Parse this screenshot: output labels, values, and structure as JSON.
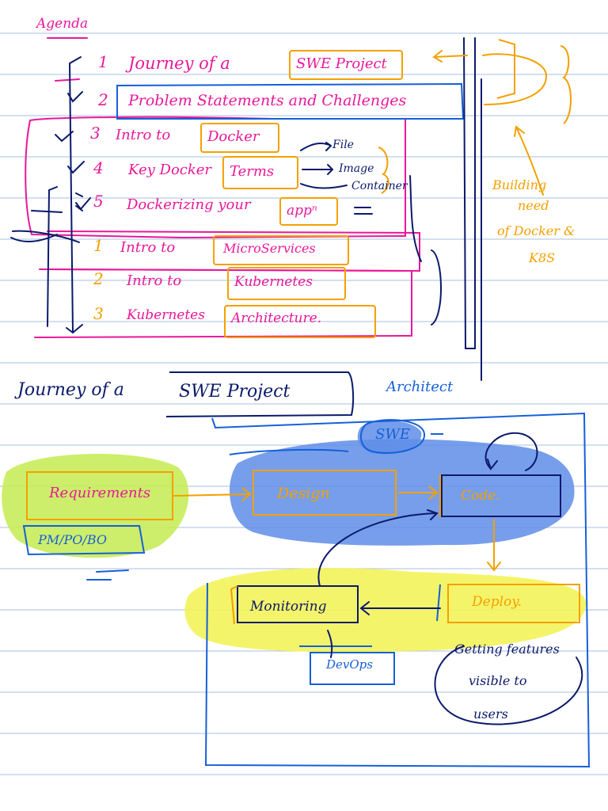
{
  "agenda": {
    "heading": "Agenda",
    "items": [
      {
        "num": "1",
        "text": "Journey of a",
        "boxed": "SWE Project"
      },
      {
        "num": "2",
        "text": "Problem Statements and Challenges"
      },
      {
        "num": "3",
        "text": "Intro to",
        "boxed": "Docker"
      },
      {
        "num": "4",
        "text": "Key Docker",
        "boxed": "Terms"
      },
      {
        "num": "5",
        "text": "Dockerizing your",
        "boxed": "appⁿ"
      }
    ],
    "terms": [
      "File",
      "Image",
      "Container"
    ],
    "sub_items": [
      {
        "num": "1",
        "text": "Intro to",
        "boxed": "MicroServices"
      },
      {
        "num": "2",
        "text": "Intro to",
        "boxed": "Kubernetes"
      },
      {
        "num": "3",
        "text": "Kubernetes",
        "boxed": "Architecture."
      }
    ],
    "side_note": [
      "Building",
      "need",
      "of Docker &",
      "K8S"
    ]
  },
  "section": {
    "title_prefix": "Journey of a",
    "title_boxed": "SWE Project",
    "architect_label": "Architect"
  },
  "diagram": {
    "swe_label": "SWE",
    "requirements": "Requirements",
    "roles": "PM/PO/BO",
    "design": "Design",
    "code": "Code.",
    "deploy": "Deploy.",
    "monitoring": "Monitoring",
    "devops": "DevOps",
    "note": [
      "Getting features",
      "visible to",
      "users"
    ]
  },
  "colors": {
    "magenta": "#e8189a",
    "orange": "#f4a000",
    "blue": "#1560d8",
    "navy": "#0b1a6b",
    "rule": "#a9bfe0",
    "green_hl": "#c8ec5a",
    "blue_hl": "#5f8de8",
    "yellow_hl": "#f3f35a"
  }
}
